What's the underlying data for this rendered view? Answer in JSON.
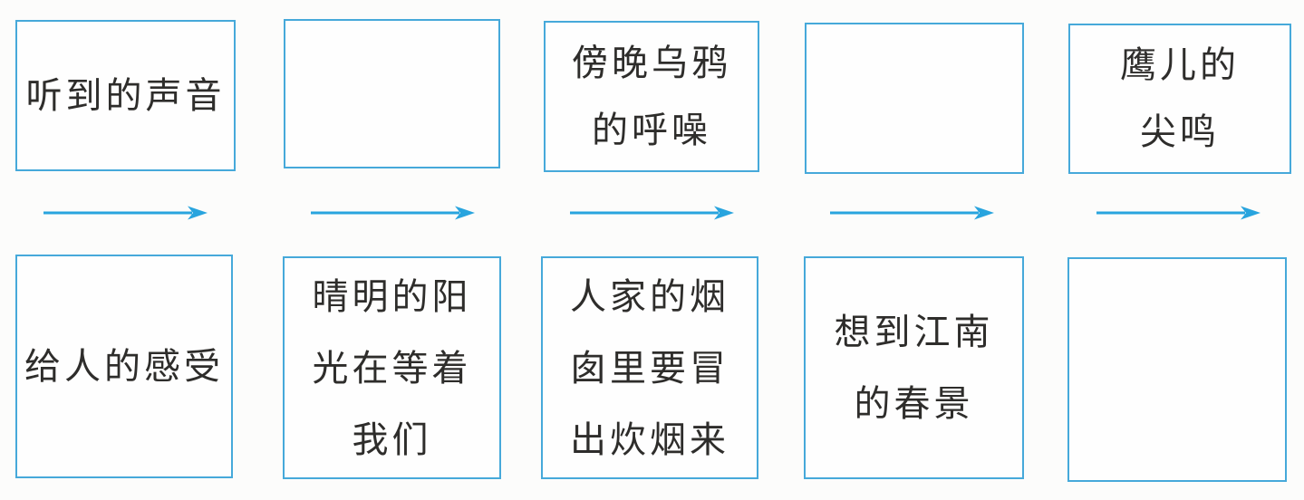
{
  "colors": {
    "box_border": "#46a9da",
    "arrow": "#28a4de",
    "text": "#2e2d2b",
    "background": "#fcfcfb"
  },
  "flowchart": {
    "top_row": [
      {
        "name": "heard-sounds-label",
        "lines": [
          "听到的声音"
        ]
      },
      {
        "name": "empty-top-2",
        "lines": []
      },
      {
        "name": "crow-caw",
        "lines": [
          "傍晚乌鸦",
          "的呼噪"
        ]
      },
      {
        "name": "empty-top-4",
        "lines": []
      },
      {
        "name": "eagle-cry",
        "lines": [
          "鹰儿的",
          "尖鸣"
        ]
      }
    ],
    "bottom_row": [
      {
        "name": "feelings-label",
        "lines": [
          "给人的感受"
        ]
      },
      {
        "name": "sunshine-waiting",
        "lines": [
          "晴明的阳",
          "光在等着",
          "我们"
        ]
      },
      {
        "name": "chimney-smoke",
        "lines": [
          "人家的烟",
          "囱里要冒",
          "出炊烟来"
        ]
      },
      {
        "name": "jiangnan-spring",
        "lines": [
          "想到江南",
          "的春景"
        ]
      },
      {
        "name": "empty-bottom-5",
        "lines": []
      }
    ],
    "arrows": [
      {
        "icon": "right-arrow"
      },
      {
        "icon": "right-arrow"
      },
      {
        "icon": "right-arrow"
      },
      {
        "icon": "right-arrow"
      },
      {
        "icon": "right-arrow"
      }
    ]
  }
}
